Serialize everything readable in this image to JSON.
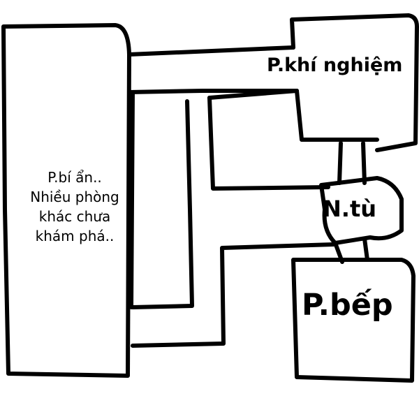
{
  "rooms": {
    "mystery_room": {
      "lines": [
        "P.bí ẩn..",
        "Nhiều phòng",
        "khác chưa",
        "khám phá.."
      ]
    },
    "lab_room": {
      "label": "P.khí nghiệm"
    },
    "cell_room": {
      "label": "N.tù"
    },
    "kitchen_room": {
      "label": "P.bếp"
    }
  },
  "colors": {
    "stroke": "#000000",
    "background": "#ffffff"
  }
}
